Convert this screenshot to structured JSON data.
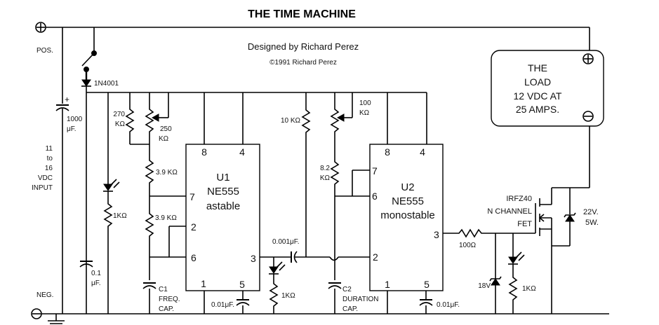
{
  "title": "THE TIME MACHINE",
  "subtitle": "Designed by Richard Perez",
  "copyright": "©1991 Richard Perez",
  "terminals": {
    "pos_label": "POS.",
    "neg_label": "NEG.",
    "input_label": [
      "11",
      "to",
      "16",
      "VDC",
      "INPUT"
    ]
  },
  "components": {
    "diode_main": "1N4001",
    "cap_input": [
      "1000",
      "μF."
    ],
    "cap_bypass": [
      "0.1",
      "μF."
    ],
    "r_led1": "1KΩ",
    "r270": [
      "270",
      "KΩ"
    ],
    "pot250": [
      "250",
      "KΩ"
    ],
    "r39a": "3.9 KΩ",
    "r39b": "3.9 KΩ",
    "c1": [
      "C1",
      "FREQ.",
      "CAP."
    ],
    "c_u1_ctrl": "0.01μF.",
    "c_couple": "0.001μF.",
    "r_led2": "1KΩ",
    "r10k": "10 KΩ",
    "pot100": [
      "100",
      "KΩ"
    ],
    "r82": [
      "8.2",
      "KΩ"
    ],
    "c2": [
      "C2",
      "DURATION",
      "CAP."
    ],
    "c_u2_ctrl": "0.01μF.",
    "r_gate": "100Ω",
    "zener18": "18V",
    "r_led3": "1KΩ",
    "fet": [
      "IRFZ40",
      "N CHANNEL",
      "FET"
    ],
    "zener22": [
      "22V.",
      "5W."
    ]
  },
  "u1": {
    "name": "U1",
    "part": "NE555",
    "mode": "astable",
    "pins": {
      "p8": "8",
      "p4": "4",
      "p7": "7",
      "p2": "2",
      "p6": "6",
      "p3": "3",
      "p1": "1",
      "p5": "5"
    }
  },
  "u2": {
    "name": "U2",
    "part": "NE555",
    "mode": "monostable",
    "pins": {
      "p8": "8",
      "p4": "4",
      "p7": "7",
      "p6": "6",
      "p2": "2",
      "p3": "3",
      "p1": "1",
      "p5": "5"
    }
  },
  "load": {
    "lines": [
      "THE",
      "LOAD",
      "12 VDC AT",
      "25 AMPS."
    ]
  }
}
